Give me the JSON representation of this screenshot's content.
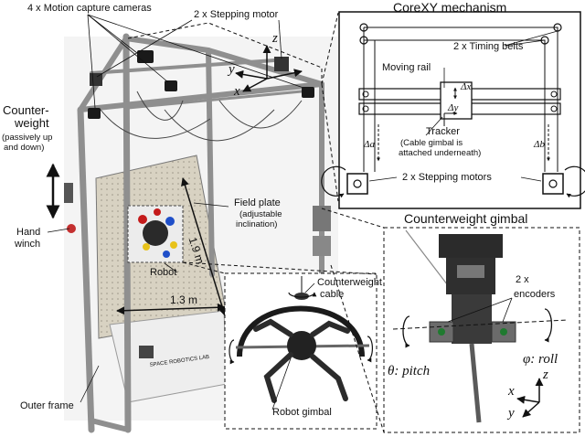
{
  "labels": {
    "cameras": "4 x Motion capture cameras",
    "stepping_motor_top": "2 x Stepping motor",
    "corexy": "CoreXY mechanism",
    "timing_belts": "2 x Timing belts",
    "moving_rail": "Moving rail",
    "tracker": "Tracker",
    "tracker_note_1": "(Cable gimbal is",
    "tracker_note_2": "attached underneath)",
    "stepping_motors_bottom": "2 x Stepping motors",
    "counterweight_line1": "Counter-",
    "counterweight_line2": "weight",
    "counterweight_note_1": "(passively up",
    "counterweight_note_2": "and down)",
    "hand_winch_1": "Hand",
    "hand_winch_2": "winch",
    "field_plate": "Field plate",
    "field_plate_note_1": "(adjustable",
    "field_plate_note_2": "inclination)",
    "dim_19m": "1.9 m",
    "dim_13m": "1.3 m",
    "robot": "Robot",
    "outer_frame": "Outer frame",
    "counterweight_gimbal": "Counterweight gimbal",
    "counterweight_cable_1": "Counterweight",
    "counterweight_cable_2": "cable",
    "encoders_1": "2 x",
    "encoders_2": "encoders",
    "robot_gimbal": "Robot gimbal",
    "pitch": "θ: pitch",
    "roll": "φ: roll",
    "lab_logo": "SPACE ROBOTICS LAB"
  },
  "symbols": {
    "delta_x": "Δx",
    "delta_y": "Δy",
    "delta_a": "Δa",
    "delta_b": "Δb",
    "axis_x": "x",
    "axis_y": "y",
    "axis_z": "z"
  },
  "colors": {
    "frame": "#8f8f8f",
    "frame_dark": "#5a5a5a",
    "plate": "#d8d2c2",
    "line": "#111111",
    "robot_red": "#c41a1a",
    "robot_blue": "#1f4fc9",
    "robot_yellow": "#e8c21a",
    "gimbal_dark": "#2b2b2b"
  }
}
